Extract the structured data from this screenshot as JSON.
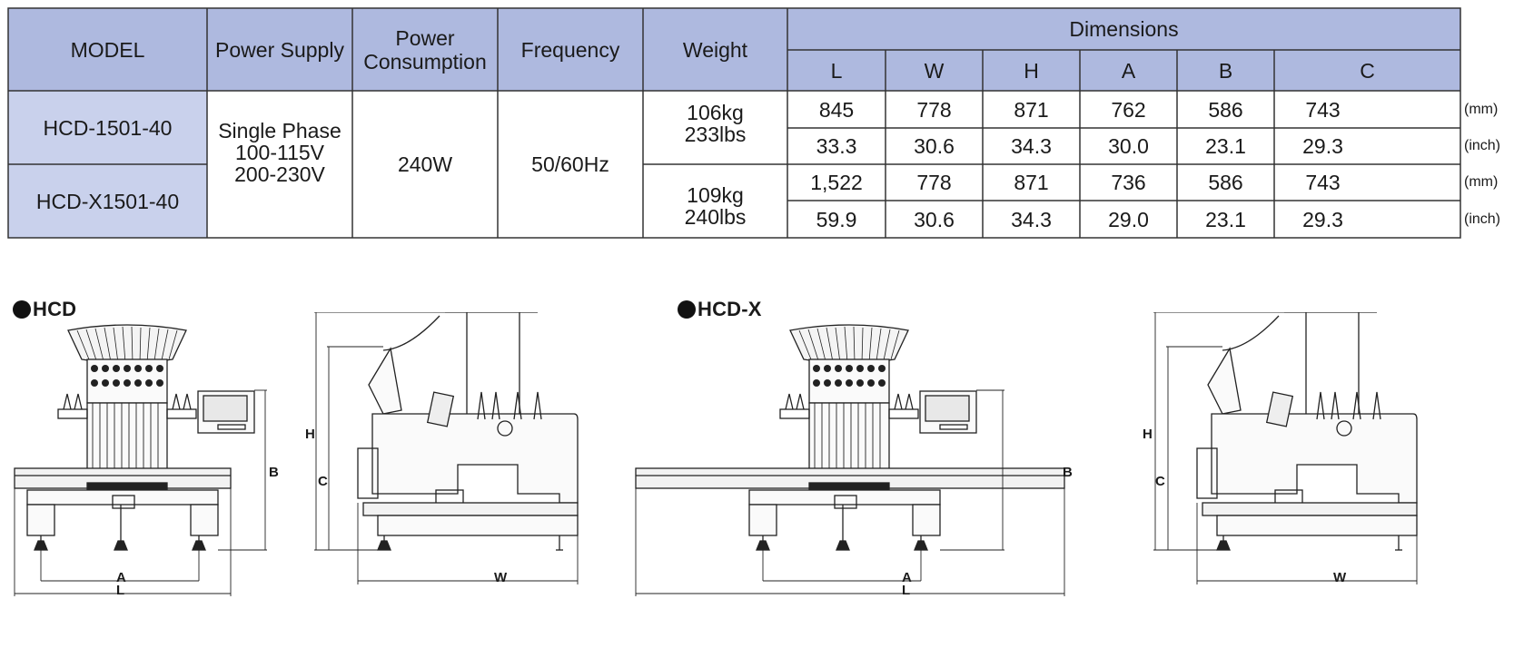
{
  "table": {
    "headers": {
      "model": "MODEL",
      "power_supply": "Power Supply",
      "power_consumption_line1": "Power",
      "power_consumption_line2": "Consumption",
      "frequency": "Frequency",
      "weight": "Weight",
      "dimensions": "Dimensions",
      "dims": [
        "L",
        "W",
        "H",
        "A",
        "B",
        "C"
      ]
    },
    "models": [
      "HCD-1501-40",
      "HCD-X1501-40"
    ],
    "power_supply_lines": [
      "Single Phase",
      "100-115V",
      "200-230V"
    ],
    "power_consumption": "240W",
    "frequency": "50/60Hz",
    "weights": [
      {
        "kg": "106kg",
        "lbs": "233lbs"
      },
      {
        "kg": "109kg",
        "lbs": "240lbs"
      }
    ],
    "rows": [
      {
        "values": [
          "845",
          "778",
          "871",
          "762",
          "586",
          "743"
        ],
        "unit": "(mm)"
      },
      {
        "values": [
          "33.3",
          "30.6",
          "34.3",
          "30.0",
          "23.1",
          "29.3"
        ],
        "unit": "(inch)"
      },
      {
        "values": [
          "1,522",
          "778",
          "871",
          "736",
          "586",
          "743"
        ],
        "unit": "(mm)"
      },
      {
        "values": [
          "59.9",
          "30.6",
          "34.3",
          "29.0",
          "23.1",
          "29.3"
        ],
        "unit": "(inch)"
      }
    ]
  },
  "diagrams": {
    "hcd_heading": "HCD",
    "hcdx_heading": "HCD-X",
    "labels": {
      "a": "A",
      "l": "L",
      "b": "B",
      "w": "W",
      "h": "H",
      "c": "C"
    }
  },
  "colors": {
    "header_bg": "#aeb9df",
    "model_bg": "#c9d1ec",
    "border": "#333333"
  }
}
